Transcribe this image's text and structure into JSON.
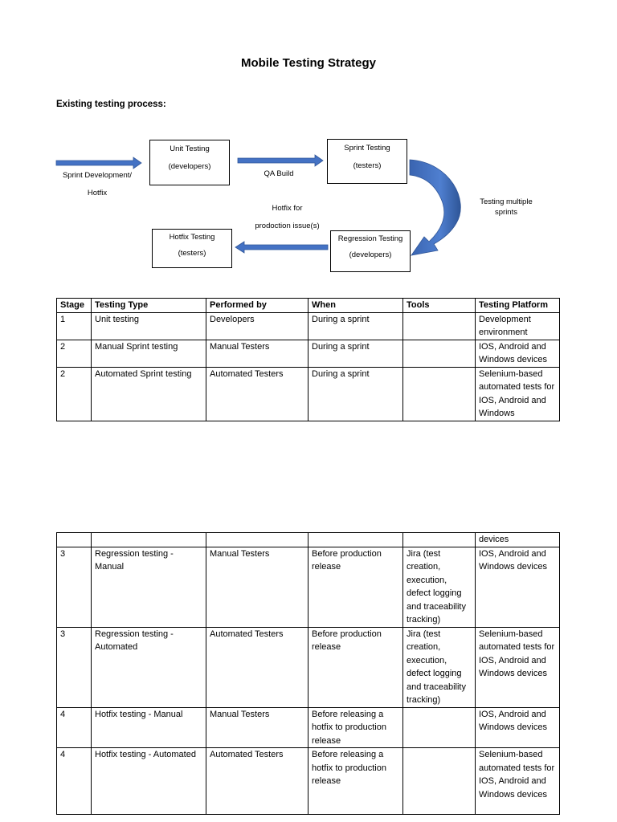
{
  "document": {
    "title": "Mobile Testing Strategy",
    "subheading": "Existing testing process:"
  },
  "diagram": {
    "unit_box": {
      "line1": "Unit Testing",
      "line2": "(developers)"
    },
    "sprint_box": {
      "line1": "Sprint Testing",
      "line2": "(testers)"
    },
    "regression_box": {
      "line1": "Regression Testing",
      "line2": "(developers)"
    },
    "hotfix_box": {
      "line1": "Hotfix Testing",
      "line2": "(testers)"
    },
    "label_sprint_dev": {
      "line1": "Sprint Development/",
      "line2": "Hotfix"
    },
    "label_qa_build": "QA Build",
    "label_hotfix_for": {
      "line1": "Hotfix for",
      "line2": "prodoction issue(s)"
    },
    "label_multi_sprints": {
      "line1": "Testing multiple",
      "line2": "sprints"
    },
    "arrow_color": "#4472C4"
  },
  "table1": {
    "headers": [
      "Stage",
      "Testing Type",
      "Performed by",
      "When",
      "Tools",
      "Testing Platform"
    ],
    "rows": [
      [
        "1",
        "Unit testing",
        "Developers",
        "During a sprint",
        "",
        "Development environment"
      ],
      [
        "2",
        "Manual Sprint testing",
        "Manual Testers",
        "During a sprint",
        "",
        "IOS, Android and Windows devices"
      ],
      [
        "2",
        "Automated Sprint testing",
        "Automated Testers",
        "During a sprint",
        "",
        "Selenium-based automated tests for IOS, Android and Windows"
      ]
    ]
  },
  "table2": {
    "rows": [
      [
        "",
        "",
        "",
        "",
        "",
        "devices"
      ],
      [
        "3",
        "Regression testing - Manual",
        "Manual Testers",
        "Before production release",
        "Jira (test creation, execution, defect logging and traceability tracking)",
        "IOS, Android and Windows devices"
      ],
      [
        "3",
        "Regression testing - Automated",
        "Automated Testers",
        "Before production release",
        "Jira (test creation, execution, defect logging and traceability tracking)",
        "Selenium-based automated tests for IOS, Android and Windows devices"
      ],
      [
        "4",
        "Hotfix testing - Manual",
        "Manual Testers",
        "Before releasing a hotfix to production release",
        "",
        "IOS, Android and Windows devices"
      ],
      [
        "4",
        "Hotfix testing - Automated",
        "Automated Testers",
        "Before releasing a hotfix to production release",
        "",
        "Selenium-based automated tests for IOS, Android and Windows devices"
      ]
    ]
  }
}
